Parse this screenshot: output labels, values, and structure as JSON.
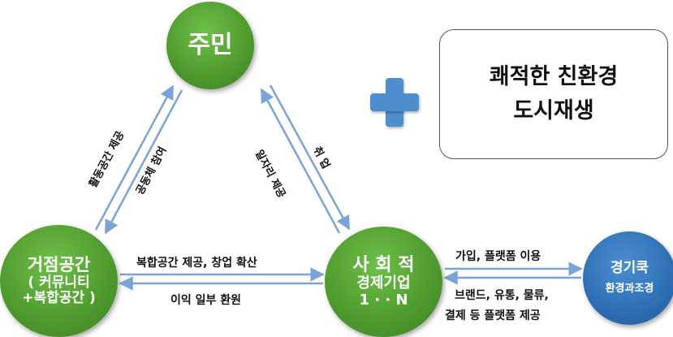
{
  "nodes": {
    "resident": "주민",
    "hub_line1": "거점공간",
    "hub_line2": "( 커뮤니티",
    "hub_line3": "+복합공간 )",
    "social_line1": "사 회 적",
    "social_line2": "경제기업",
    "social_line3": "1 · · N",
    "gyeonggi_line1": "경기쿡",
    "gyeonggi_line2": "환경과조경"
  },
  "edges": {
    "hub_to_resident": "활동공간 제공",
    "resident_to_hub": "공동체 참여",
    "social_to_resident": "일자리 제공",
    "resident_to_social": "취 업",
    "hub_to_social": "복합공간 제공, 창업 확산",
    "social_to_hub": "이익 일부 환원",
    "social_to_gyeonggi": "가입, 플랫폼 이용",
    "gyeonggi_to_social_line1": "브랜드, 유통, 물류,",
    "gyeonggi_to_social_line2": "결제 등 플랫폼 제공"
  },
  "goal_box": {
    "line1": "쾌적한 친환경",
    "line2": "도시재생"
  },
  "colors": {
    "node_green": "#4f9d2f",
    "node_blue": "#2e6fb4",
    "arrow": "#7aa3d6",
    "plus": "#4f8fd0"
  }
}
